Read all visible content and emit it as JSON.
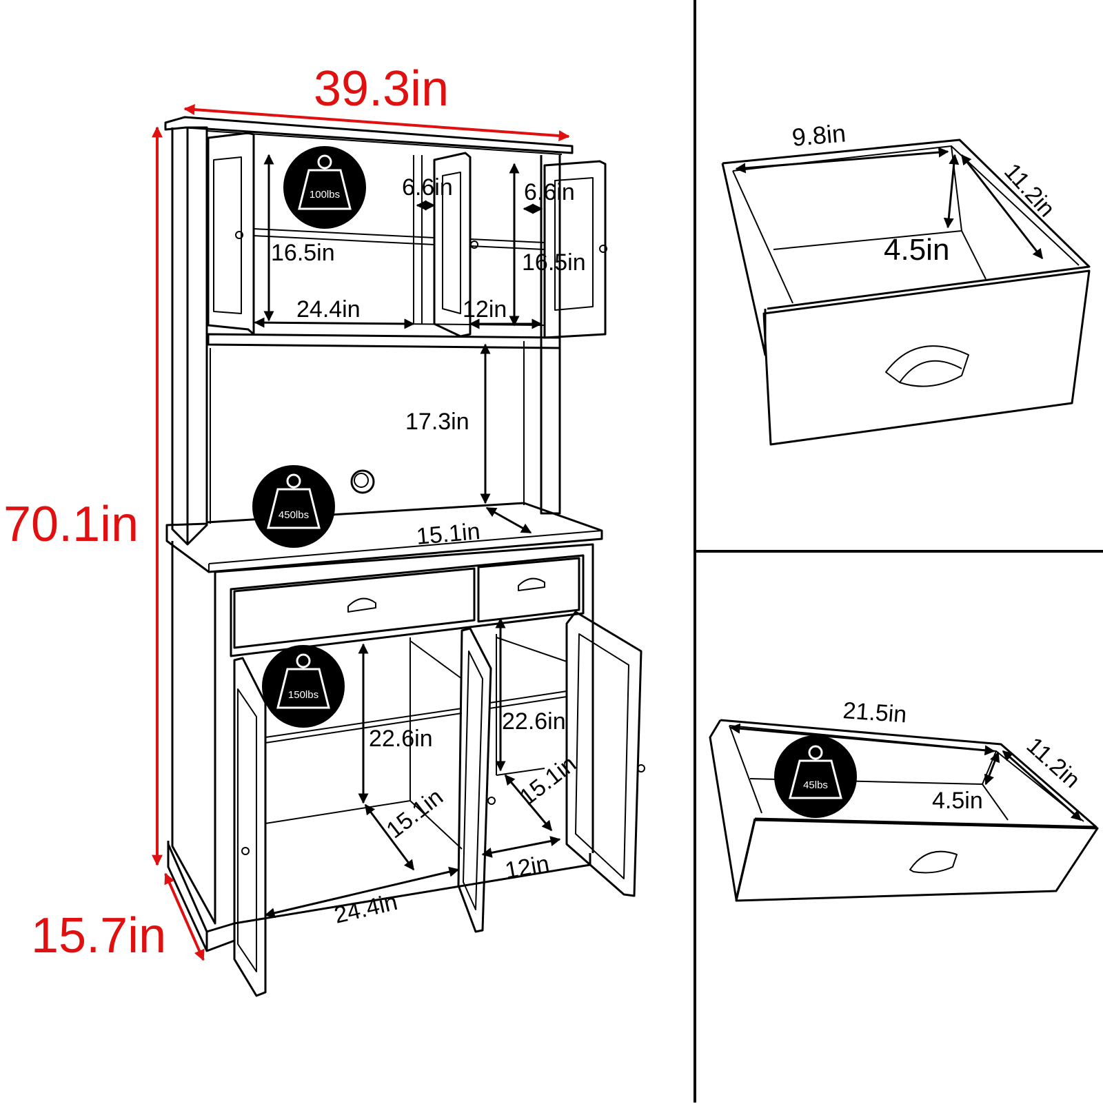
{
  "cabinet": {
    "total_width": "39.3in",
    "total_height": "70.1in",
    "depth": "15.7in",
    "upper_shelf_height_left": "16.5in",
    "upper_shelf_height_right": "16.5in",
    "upper_shelf_width_left": "24.4in",
    "upper_shelf_width_right": "12in",
    "upper_side_depth_left": "6.6in",
    "upper_side_depth_right": "6.6in",
    "open_shelf_height": "17.3in",
    "counter_depth": "15.1in",
    "lower_height_left": "22.6in",
    "lower_height_right": "22.6in",
    "lower_depth_left": "15.1in",
    "lower_depth_right": "15.1in",
    "lower_width_left": "24.4in",
    "lower_width_right": "12in",
    "weights": {
      "upper": "100lbs",
      "counter": "450lbs",
      "lower": "150lbs"
    }
  },
  "small_drawer": {
    "width": "9.8in",
    "depth": "11.2in",
    "height": "4.5in"
  },
  "large_drawer": {
    "width": "21.5in",
    "depth": "11.2in",
    "height": "4.5in",
    "weight": "45lbs"
  },
  "colors": {
    "dimension_red": "#e01010",
    "line": "#000000",
    "badge": "#000000"
  }
}
